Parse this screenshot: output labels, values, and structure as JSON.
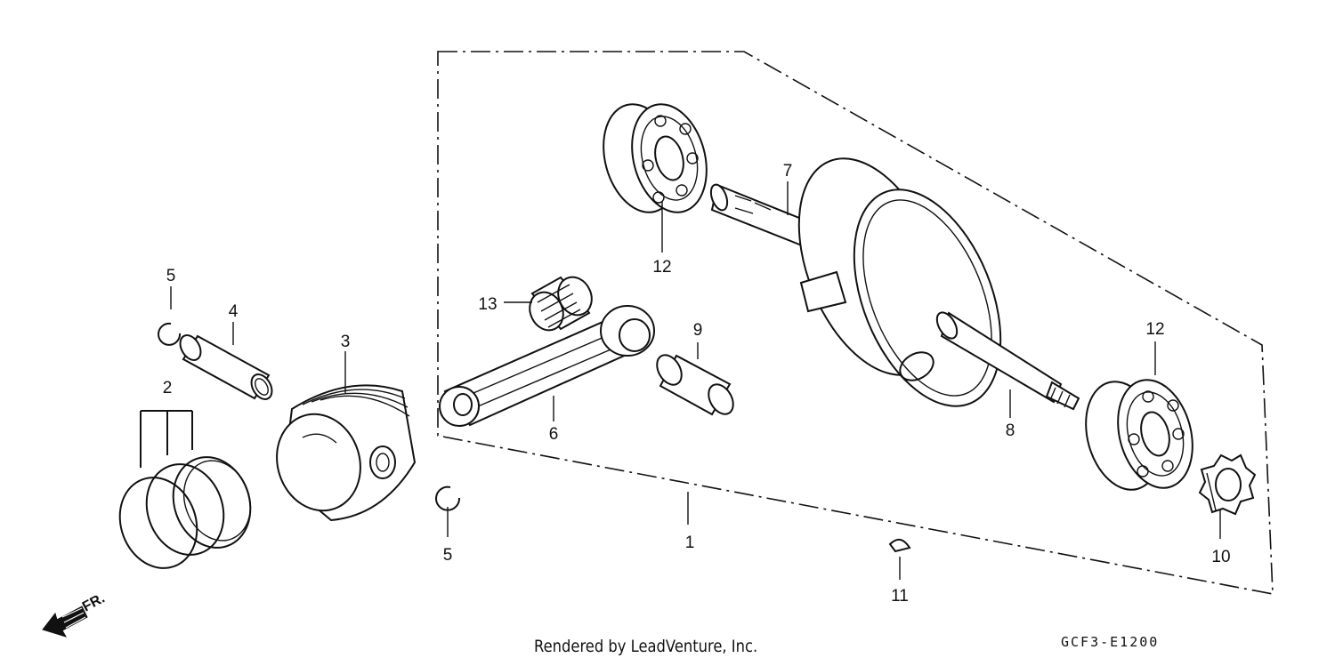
{
  "diagram": {
    "front_indicator": "FR.",
    "credit": "Rendered by LeadVenture, Inc.",
    "diagram_code": "GCF3-E1200",
    "callouts": [
      "1",
      "2",
      "3",
      "4",
      "5",
      "5",
      "6",
      "7",
      "8",
      "9",
      "10",
      "11",
      "12",
      "12",
      "13"
    ]
  }
}
